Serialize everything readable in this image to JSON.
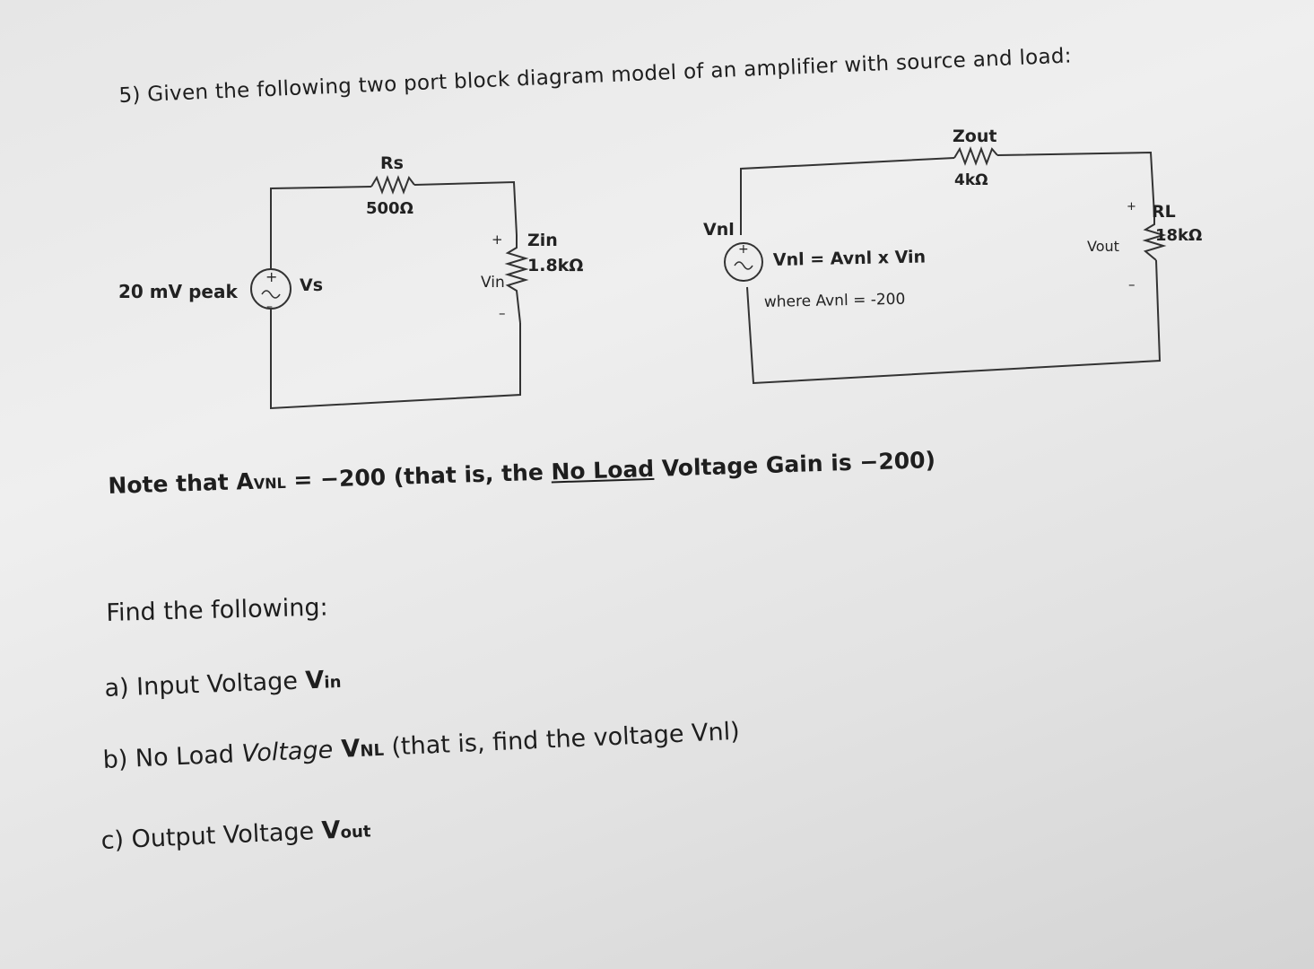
{
  "question": {
    "title": "5) Given the following two port block diagram model of an amplifier with source and load:"
  },
  "diagram": {
    "source_amplitude": "20 mV peak",
    "source_name": "Vs",
    "rs_label": "Rs",
    "rs_value": "500Ω",
    "plus_sign": "+",
    "minus_sign": "–",
    "vin_label": "Vin",
    "zin_label": "Zin",
    "zin_value": "1.8kΩ",
    "vnl_label": "Vnl",
    "vnl_equation": "Vnl = Avnl x Vin",
    "avnl_note": "where Avnl = -200",
    "zout_label": "Zout",
    "zout_value": "4kΩ",
    "vout_label": "Vout",
    "rl_label": "RL",
    "rl_value": "18kΩ"
  },
  "note": {
    "prefix": "Note that A",
    "sub": "VNL",
    "middle": " = −200  (that is, the ",
    "underlined": "No Load",
    "suffix": " Voltage Gain is  −200)"
  },
  "find": {
    "heading": "Find the following:",
    "a_text": "a) Input Voltage ",
    "a_sym": "V",
    "a_sub": "in",
    "b_text": "b) No Load ",
    "b_italic": "Voltage",
    "b_sym": " V",
    "b_sub": "NL",
    "b_tail": "  (that is, find the voltage Vnl)",
    "c_text": "c) Output Voltage ",
    "c_sym": "V",
    "c_sub": "out"
  }
}
